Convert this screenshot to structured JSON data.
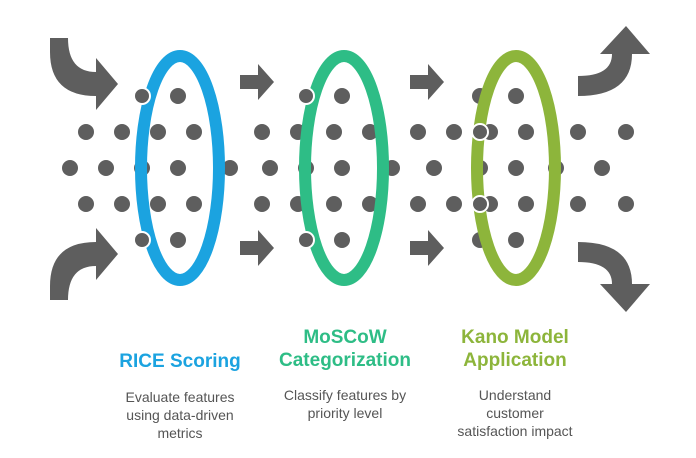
{
  "stages": [
    {
      "title": "RICE Scoring",
      "description": "Evaluate features\nusing data-driven\nmetrics",
      "color": "#1ba3e0"
    },
    {
      "title": "MoSCoW\nCategorization",
      "description": "Classify features by\npriority level",
      "color": "#2ebd86"
    },
    {
      "title": "Kano Model\nApplication",
      "description": "Understand\ncustomer\nsatisfaction impact",
      "color": "#8db53b"
    }
  ],
  "colors": {
    "arrow": "#5e5e5e",
    "dot": "#5e5e5e"
  },
  "icons": {
    "flow_arrow": "arrow-right-icon",
    "curved_arrow": "curved-arrow-icon"
  }
}
